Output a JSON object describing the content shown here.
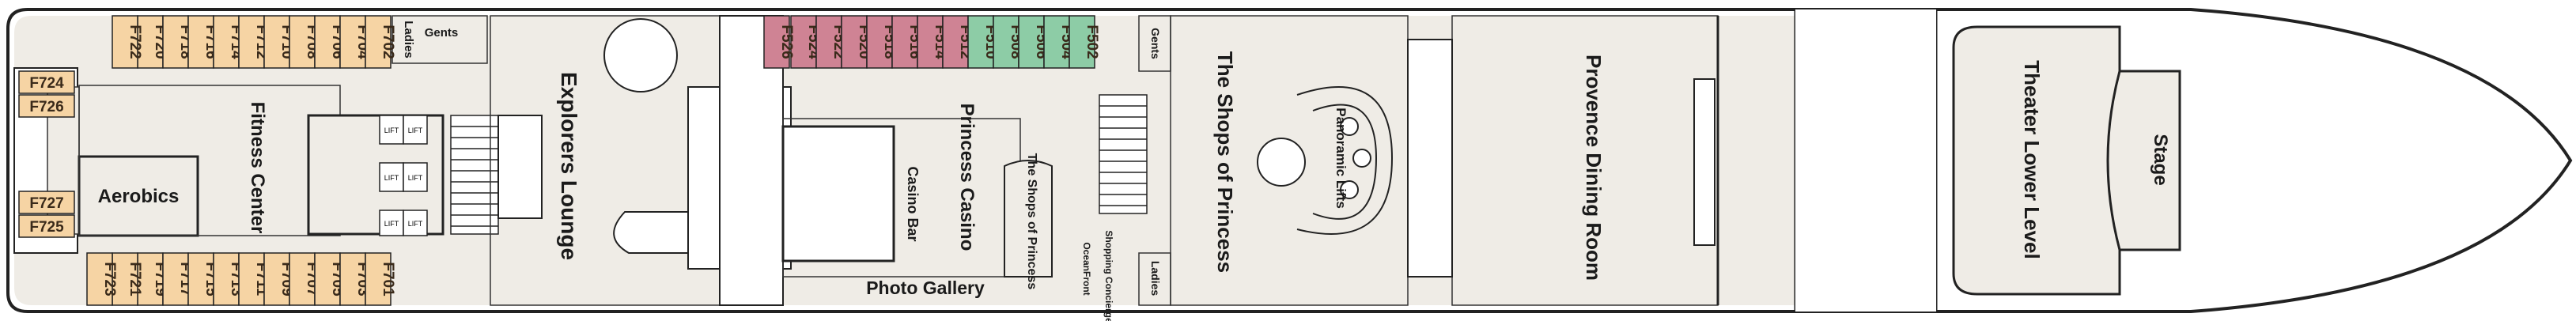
{
  "colors": {
    "hull": "#ffffff",
    "deck": "#efece6",
    "outline": "#222222",
    "cabin_standard": "#f6d4a4",
    "cabin_red": "#cf8394",
    "cabin_green": "#8dcca6"
  },
  "cabins": {
    "aft_top": [
      "F720",
      "F718",
      "F716",
      "F714",
      "F712",
      "F710",
      "F708",
      "F706",
      "F704",
      "F702"
    ],
    "aft_top_lower": [
      "F722"
    ],
    "aft_bottom": [
      "F719",
      "F717",
      "F715",
      "F713",
      "F711",
      "F709",
      "F707",
      "F705",
      "F703",
      "F701"
    ],
    "aft_bottom_upper": [
      "F721",
      "F723"
    ],
    "stern_upper": [
      "F724",
      "F726"
    ],
    "stern_lower": [
      "F727",
      "F725"
    ],
    "mid_top_red": [
      "F524",
      "F522",
      "F520",
      "F518",
      "F516",
      "F514",
      "F512"
    ],
    "mid_top_red_lower": [
      "F526"
    ],
    "mid_top_green": [
      "F510",
      "F508",
      "F506",
      "F504",
      "F502"
    ]
  },
  "labels": {
    "aerobics": "Aerobics",
    "fitness": "Fitness Center",
    "explorers": "Explorers Lounge",
    "ladies_top": "Ladies",
    "gents_top": "Gents",
    "gents_mid": "Gents",
    "ladies_bottom": "Ladies",
    "casino_bar": "Casino Bar",
    "casino": "Princess Casino",
    "shops_small": "The Shops of Princess",
    "oceanfront": "OceanFront",
    "concierge": "Shopping Concierge",
    "photo": "Photo Gallery",
    "shops_big": "The Shops of Princess",
    "lifts": "Panoramic Lifts",
    "dining": "Provence Dining Room",
    "theater": "Theater Lower Level",
    "stage": "Stage",
    "lift_tag": "LIFT"
  }
}
